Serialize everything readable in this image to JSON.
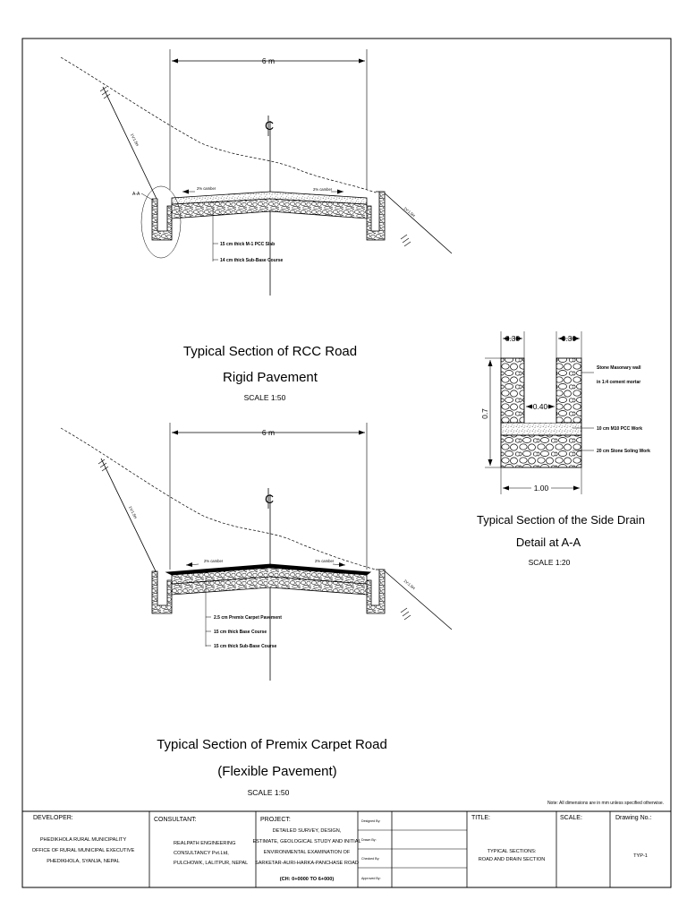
{
  "rcc_section": {
    "width_label": "6 m",
    "centerline": "CL",
    "camber_left": "2% camber",
    "camber_right": "2% camber",
    "slope_left": "1V:1.5H",
    "slope_right": "1V:1.5H",
    "section_marker": "A-A",
    "layers": [
      "15 cm thick M-1 PCC Slab",
      "14 cm thick Sub-Base Course"
    ],
    "title_line1": "Typical Section of RCC Road",
    "title_line2": "Rigid Pavement",
    "scale": "SCALE 1:50"
  },
  "premix_section": {
    "width_label": "6 m",
    "centerline": "CL",
    "camber_left": "2% camber",
    "camber_right": "2% camber",
    "slope_left": "1V:1.5H",
    "slope_right": "1V:1.5H",
    "layers": [
      "2.5 cm Premix Carpet Pavement",
      "15 cm thick Base Course",
      "15 cm thick Sub-Base Course"
    ],
    "title_line1": "Typical Section of Premix Carpet Road",
    "title_line2": "(Flexible Pavement)",
    "scale": "SCALE 1:50"
  },
  "drain_detail": {
    "dim_left_wall": "0.30",
    "dim_right_wall": "0.30",
    "dim_inner": "0.40",
    "dim_height": "0.7",
    "dim_total": "1.00",
    "note_wall_1": "Stone Masonary wall",
    "note_wall_2": "in 1:4 cement mortar",
    "note_pcc": "10 cm M10 PCC Work",
    "note_soling": "20 cm Stone Soling Work",
    "title_line1": "Typical Section of the Side Drain",
    "title_line2": "Detail at A-A",
    "scale": "SCALE 1:20"
  },
  "note": "Note: All dimensions are in mm unless specified otherwise.",
  "title_block": {
    "developer_label": "DEVELOPER:",
    "developer_lines": [
      "PHEDIKHOLA RURAL MUNICIPALITY",
      "OFFICE OF RURAL MUNICIPAL EXECUTIVE",
      "PHEDIKHOLA, SYANJA, NEPAL"
    ],
    "consultant_label": "CONSULTANT:",
    "consultant_lines": [
      "REALPATH ENGINEERING",
      "CONSULTANCY Pvt.Ltd,",
      "PULCHOWK, LALITPUR, NEPAL"
    ],
    "project_label": "PROJECT:",
    "project_lines": [
      "DETAILED SURVEY, DESIGN,",
      "ESTIMATE, GEOLOGICAL STUDY AND INITIAL",
      "ENVIRONMENTAL EXAMINATION OF",
      "SARKETAR-AURI-HARKA-PANCHASE ROAD",
      "(CH: 0+0000 TO 6+000)"
    ],
    "sign_rows": [
      "Designed By:",
      "Drawn By:",
      "Checked By:",
      "Approved By:"
    ],
    "title_label": "TITLE:",
    "title_lines": [
      "TYPICAL SECTIONS:",
      "ROAD AND DRAIN SECTION"
    ],
    "scale_label": "SCALE:",
    "drawing_label": "Drawing No.:",
    "drawing_no": "TYP-1"
  }
}
